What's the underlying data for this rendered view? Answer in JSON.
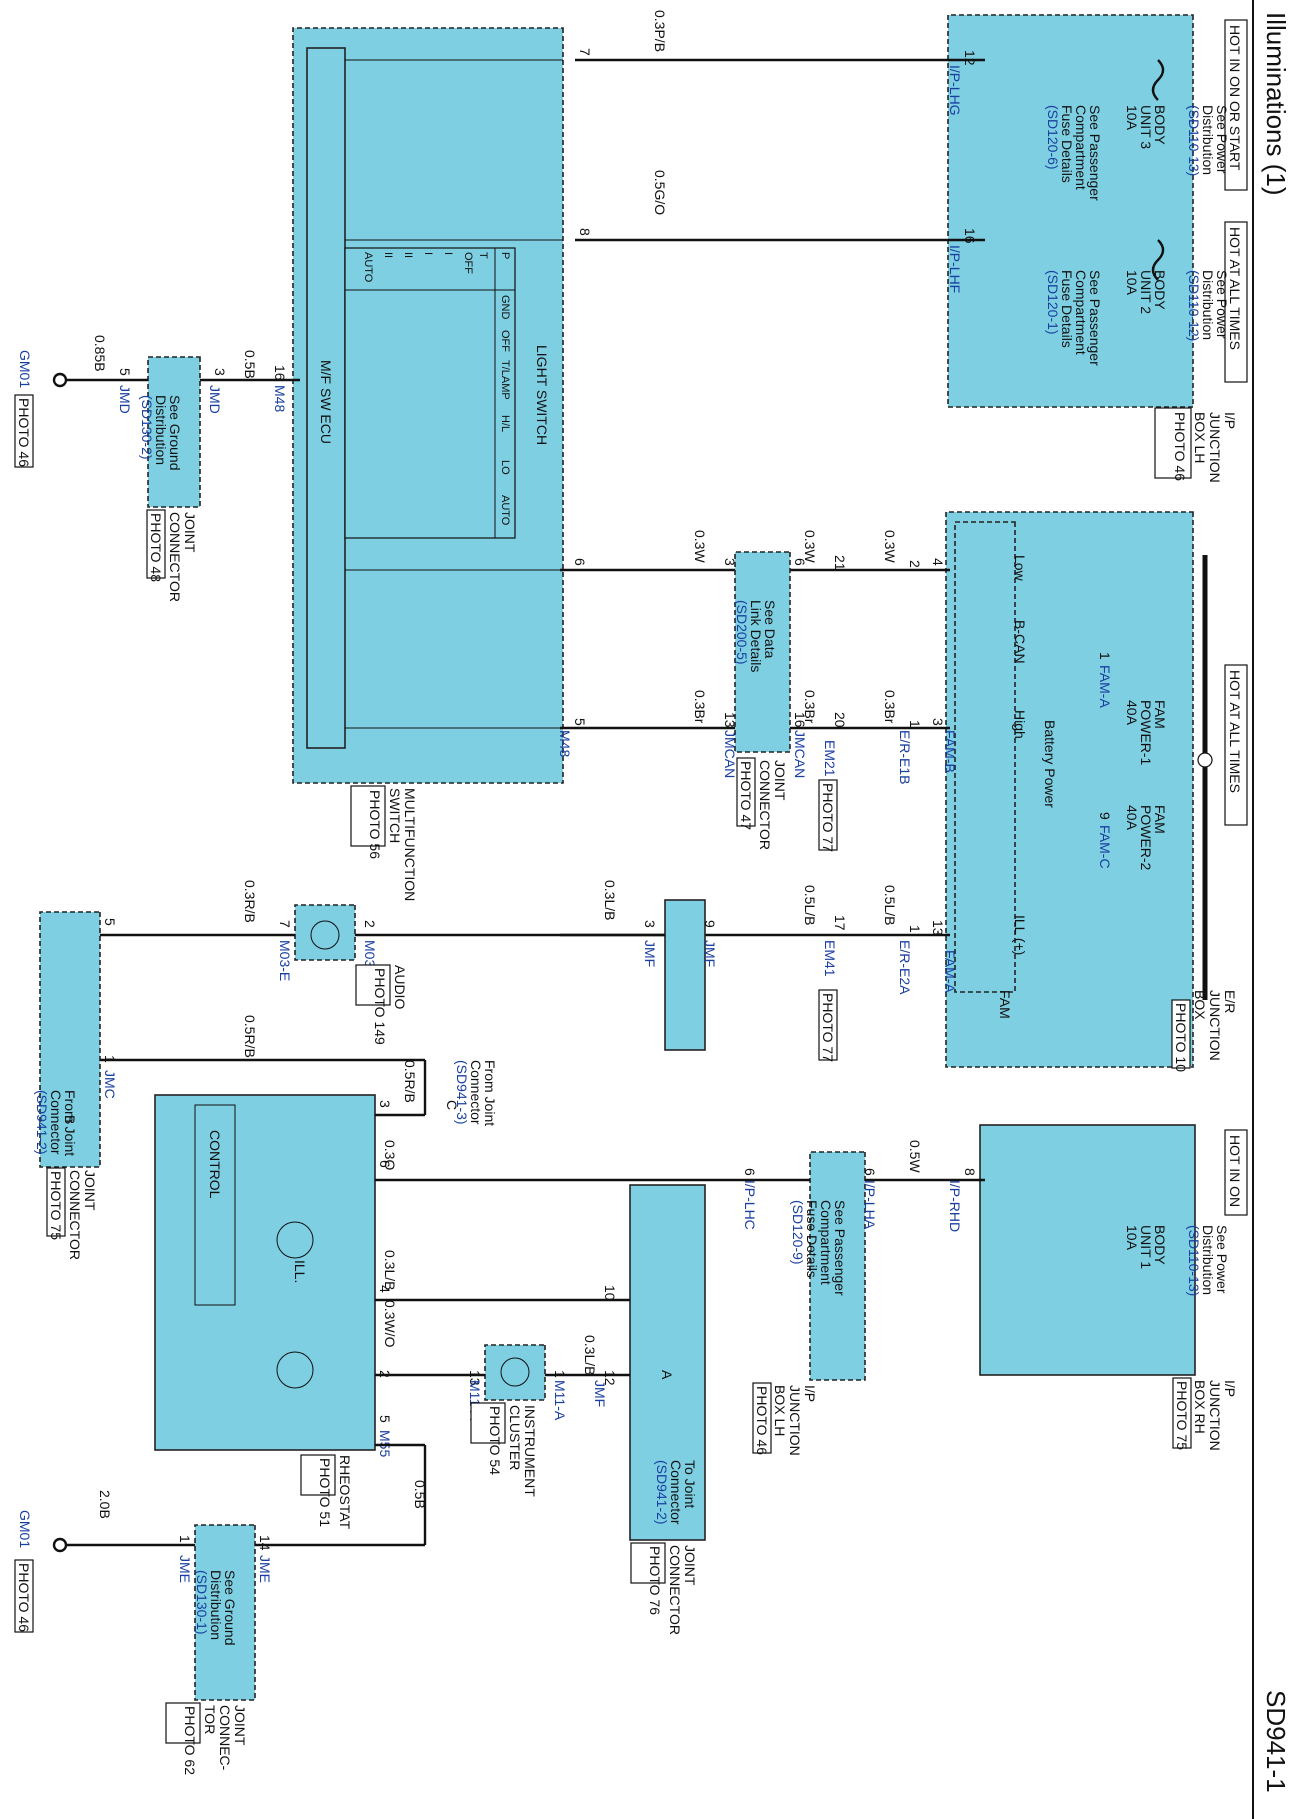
{
  "header": {
    "title": "Illuminations (1)",
    "code": "SD941-1"
  },
  "power_labels": {
    "hot_on_start": "HOT IN ON OR START",
    "hot_all_times_1": "HOT AT ALL TIMES",
    "hot_all_times_2": "HOT AT ALL TIMES",
    "hot_in_on": "HOT IN ON"
  },
  "components": {
    "ip_jb_lh": {
      "line1": "I/P",
      "line2": "JUNCTION",
      "line3": "BOX LH",
      "photo": "PHOTO 46"
    },
    "er_jb": {
      "line1": "E/R",
      "line2": "JUNCTION",
      "line3": "BOX",
      "photo": "PHOTO 10"
    },
    "ip_jb_rh": {
      "line1": "I/P",
      "line2": "JUNCTION",
      "line3": "BOX RH",
      "photo": "PHOTO 75"
    },
    "multifunction": {
      "line1": "MULTIFUNCTION",
      "line2": "SWITCH",
      "photo": "PHOTO 56"
    },
    "jmcan": {
      "line1": "JOINT",
      "line2": "CONNECTOR",
      "photo": "PHOTO 47"
    },
    "jmd": {
      "line1": "JOINT",
      "line2": "CONNECTOR",
      "photo": "PHOTO 48"
    },
    "audio": {
      "line1": "AUDIO",
      "photo": "PHOTO 149"
    },
    "jmc": {
      "line1": "JOINT",
      "line2": "CONNECTOR",
      "photo": "PHOTO 75"
    },
    "rheostat": {
      "line1": "RHEOSTAT",
      "photo": "PHOTO 51"
    },
    "cluster": {
      "line1": "INSTRUMENT",
      "line2": "CLUSTER",
      "photo": "PHOTO 54"
    },
    "jmf": {
      "line1": "JOINT",
      "line2": "CONNECTOR",
      "photo": "PHOTO 76"
    },
    "ip_jb_lh2": {
      "line1": "I/P",
      "line2": "JUNCTION",
      "line3": "BOX LH",
      "photo": "PHOTO 46"
    },
    "jme": {
      "line1": "JOINT",
      "line2": "CONNEC-",
      "line3": "TOR",
      "photo": "PHOTO 62"
    },
    "em21_photo": "PHOTO 77",
    "em41_photo": "PHOTO 77",
    "gnd1_photo": "PHOTO 46",
    "gnd2_photo": "PHOTO 46",
    "fam": "FAM"
  },
  "fuses": {
    "body3": {
      "l1": "BODY",
      "l2": "UNIT 3",
      "l3": "10A"
    },
    "body2": {
      "l1": "BODY",
      "l2": "UNIT 2",
      "l3": "10A"
    },
    "body1": {
      "l1": "BODY",
      "l2": "UNIT 1",
      "l3": "10A"
    },
    "fam1": {
      "l1": "FAM",
      "l2": "POWER-1",
      "l3": "40A"
    },
    "fam2": {
      "l1": "FAM",
      "l2": "POWER-2",
      "l3": "40A"
    }
  },
  "refs": {
    "spd_13a": {
      "l1": "See Power",
      "l2": "Distribution",
      "ref": "(SD110-13)"
    },
    "spd_12": {
      "l1": "See Power",
      "l2": "Distribution",
      "ref": "(SD110-12)"
    },
    "spd_13b": {
      "l1": "See Power",
      "l2": "Distribution",
      "ref": "(SD110-13)"
    },
    "pcf_6": {
      "l1": "See Passenger",
      "l2": "Compartment",
      "l3": "Fuse Details",
      "ref": "(SD120-6)"
    },
    "pcf_1": {
      "l1": "See Passenger",
      "l2": "Compartment",
      "l3": "Fuse Details",
      "ref": "(SD120-1)"
    },
    "pcf_9": {
      "l1": "See Passenger",
      "l2": "Compartment",
      "l3": "Fuse Details",
      "ref": "(SD120-9)"
    },
    "data_link": {
      "l1": "See Data",
      "l2": "Link Details",
      "ref": "(SD200-5)"
    },
    "gnd_2": {
      "l1": "See Ground",
      "l2": "Distribution",
      "ref": "(SD130-2)"
    },
    "gnd_1": {
      "l1": "See Ground",
      "l2": "Distribution",
      "ref": "(SD130-1)"
    },
    "from_c": {
      "l1": "From Joint",
      "l2": "Connector",
      "ref": "(SD941-3)"
    },
    "from_b": {
      "l1": "From Joint",
      "l2": "Connector",
      "ref": "(SD941-2)"
    },
    "to_a": {
      "l1": "To Joint",
      "l2": "Connector",
      "ref": "(SD941-2)"
    }
  },
  "connectors": {
    "ip_lhg": "I/P-LHG",
    "ip_lhf": "I/P-LHF",
    "fam_a1": "FAM-A",
    "fam_b": "FAM-B",
    "fam_c": "FAM-C",
    "fam_a2": "FAM-A",
    "er_e1b": "E/R-E1B",
    "er_e2a": "E/R-E2A",
    "em21": "EM21",
    "em41": "EM41",
    "jmcan1": "JMCAN",
    "jmcan2": "JMCAN",
    "m48a": "M48",
    "m48b": "M48",
    "jmd1": "JMD",
    "jmd2": "JMD",
    "jmf1": "JMF",
    "jmf2": "JMF",
    "jmf3": "JMF",
    "m03e1": "M03-E",
    "m03e2": "M03-E",
    "jmc": "JMC",
    "ip_rhd": "I/P-RHD",
    "ip_lha": "I/P-LHA",
    "ip_lhc": "I/P-LHC",
    "m11a1": "M11-A",
    "m11a2": "M11-A",
    "m55": "M55",
    "jme1": "JME",
    "jme2": "JME",
    "gm01a": "GM01",
    "gm01b": "GM01"
  },
  "wires": {
    "w_pb": "0.3P/B",
    "w_go": "0.5G/O",
    "w_5b": "0.5B",
    "w_85b": "0.85B",
    "w_3w_a": "0.3W",
    "w_3w_b": "0.3W",
    "w_3w_c": "0.3W",
    "w_3br_a": "0.3Br",
    "w_3br_b": "0.3Br",
    "w_3br_c": "0.3Br",
    "w_5lb_a": "0.5L/B",
    "w_5lb_b": "0.5L/B",
    "w_3lb_a": "0.3L/B",
    "w_3rb": "0.3R/B",
    "w_5rb_a": "0.5R/B",
    "w_5rb_b": "0.5R/B",
    "w_3o": "0.3O",
    "w_5w": "0.5W",
    "w_3lb_b": "0.3L/B",
    "w_3wo": "0.3W/O",
    "w_3lb_c": "0.3L/B",
    "w_5b2": "0.5B",
    "w_20b": "2.0B"
  },
  "pins": {
    "p12": "12",
    "p16a": "16",
    "p7": "7",
    "p8": "8",
    "p16b": "16",
    "p3a": "3",
    "p5a": "5",
    "p4": "4",
    "p2a": "2",
    "p21": "21",
    "p6a": "6",
    "p3b": "3",
    "p6b": "6",
    "p1a": "1",
    "p20": "20",
    "p16c": "16",
    "p13a": "13",
    "p5b": "5",
    "p1b": "1",
    "p3c": "3",
    "p9a": "9",
    "p13b": "13",
    "p1c": "1",
    "p17": "17",
    "p9b": "9",
    "p3d": "3",
    "p2b": "2",
    "p7b": "7",
    "p5c": "5",
    "p1d": "1",
    "p8b": "8",
    "p6c": "6",
    "p6d": "6",
    "p3e": "3",
    "p6e": "6",
    "p4b": "4",
    "p2c": "2",
    "p5d": "5",
    "p10": "10",
    "p12b": "12",
    "p1e": "1",
    "p13c": "13",
    "p14": "14",
    "p1f": "1"
  },
  "ecu": {
    "name": "M/F SW ECU",
    "switch_title": "LIGHT SWITCH",
    "cols": [
      "P",
      "T",
      "GND",
      "OFF",
      "T/LAMP",
      "H/L",
      "LO",
      "AUTO"
    ],
    "rows": [
      "OFF",
      "I",
      "I",
      "II",
      "II",
      "AUTO"
    ]
  },
  "fam_inner": {
    "low": "Low",
    "bcan": "B-CAN",
    "high": "High",
    "bat": "Battery Power",
    "ill": "ILL (+)"
  },
  "rheo_inner": {
    "control": "CONTROL",
    "ill": "ILL."
  },
  "shapes": {
    "a": "A",
    "b": "B",
    "c": "C"
  }
}
